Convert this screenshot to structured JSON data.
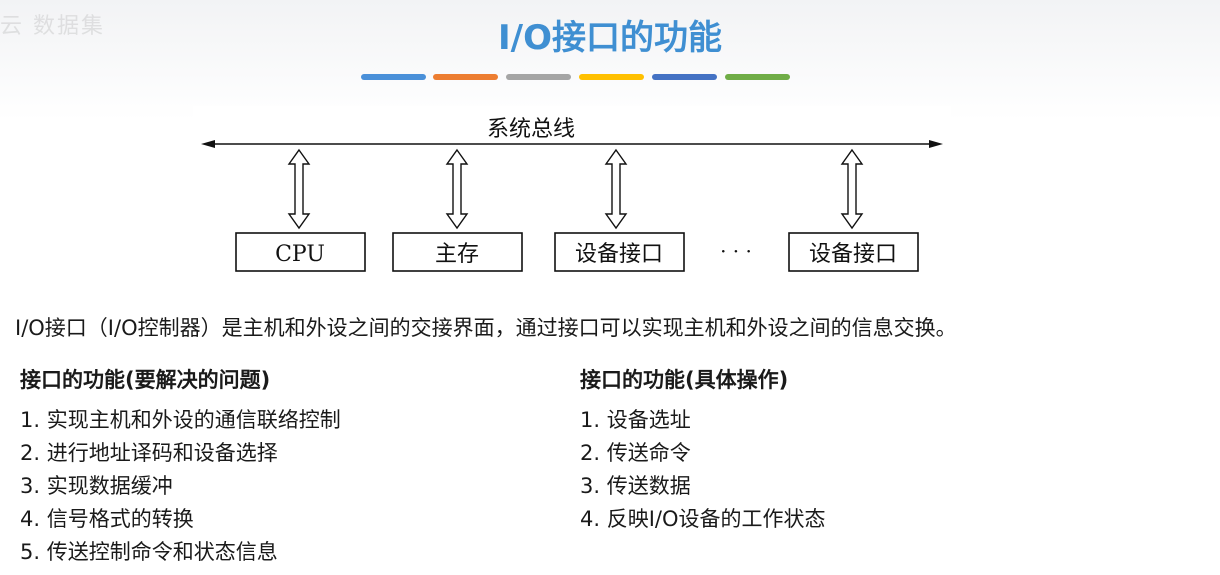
{
  "watermark": "云 数据集",
  "title": "I/O接口的功能",
  "decor_colors": [
    "#4a90d9",
    "#ed7d31",
    "#a5a5a5",
    "#ffc000",
    "#4472c4",
    "#70ad47"
  ],
  "diagram": {
    "bus_label": "系统总线",
    "boxes": [
      "CPU",
      "主存",
      "设备接口",
      "设备接口"
    ],
    "ellipsis": "· · ·"
  },
  "intro": "I/O接口（I/O控制器）是主机和外设之间的交接界面，通过接口可以实现主机和外设之间的信息交换。",
  "left": {
    "heading": "接口的功能(要解决的问题)",
    "items": [
      "1. 实现主机和外设的通信联络控制",
      "2. 进行地址译码和设备选择",
      "3. 实现数据缓冲",
      "4. 信号格式的转换",
      "5. 传送控制命令和状态信息"
    ]
  },
  "right": {
    "heading": "接口的功能(具体操作)",
    "items": [
      "1. 设备选址",
      "2. 传送命令",
      "3. 传送数据",
      "4. 反映I/O设备的工作状态"
    ]
  }
}
